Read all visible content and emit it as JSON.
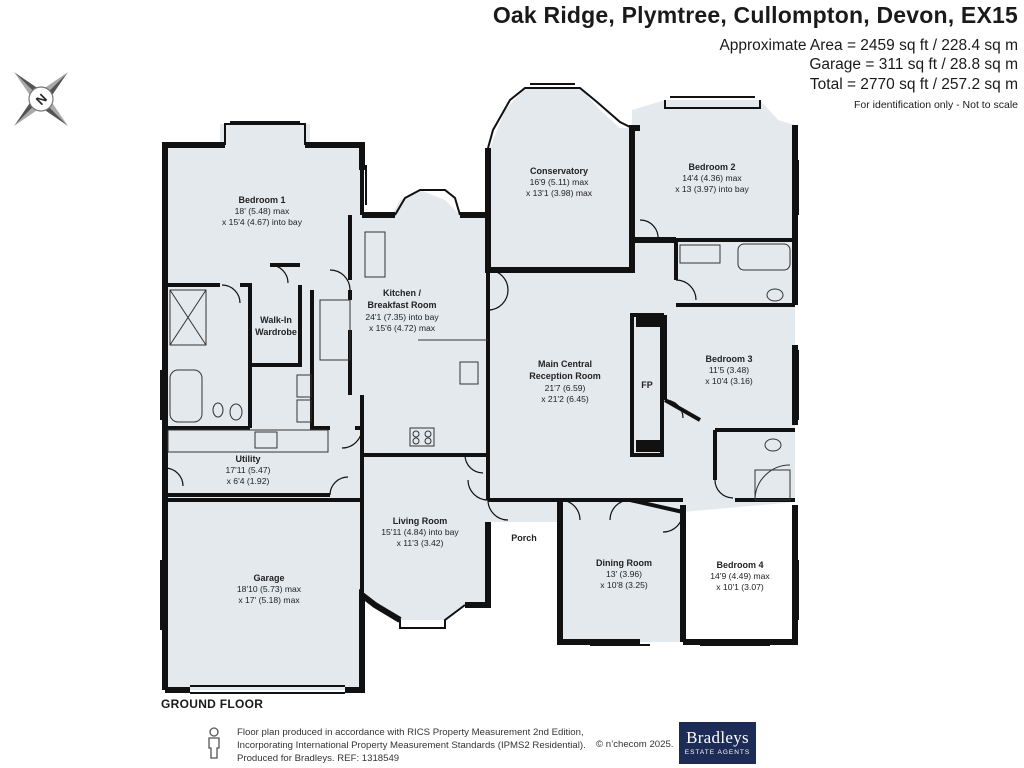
{
  "header": {
    "title": "Oak Ridge, Plymtree, Cullompton, Devon, EX15",
    "area_main": "Approximate Area = 2459 sq ft / 228.4 sq m",
    "area_garage": "Garage = 311 sq ft / 28.8  sq m",
    "area_total": "Total = 2770 sq ft / 257.2 sq m",
    "disclaimer": "For identification only - Not to scale"
  },
  "compass": {
    "label": "N"
  },
  "rooms": {
    "bedroom1": {
      "name": "Bedroom 1",
      "dim1": "18' (5.48) max",
      "dim2": "x 15'4 (4.67) into bay"
    },
    "walkin": {
      "name1": "Walk-In",
      "name2": "Wardrobe"
    },
    "kitchen": {
      "name1": "Kitchen /",
      "name2": "Breakfast Room",
      "dim1": "24'1 (7.35) into bay",
      "dim2": "x 15'6 (4.72) max"
    },
    "conservatory": {
      "name": "Conservatory",
      "dim1": "16'9 (5.11) max",
      "dim2": "x 13'1 (3.98) max"
    },
    "bedroom2": {
      "name": "Bedroom 2",
      "dim1": "14'4 (4.36) max",
      "dim2": "x 13 (3.97) into bay"
    },
    "reception": {
      "name1": "Main Central",
      "name2": "Reception Room",
      "dim1": "21'7 (6.59)",
      "dim2": "x 21'2 (6.45)"
    },
    "fireplace": {
      "label": "FP"
    },
    "bedroom3": {
      "name": "Bedroom 3",
      "dim1": "11'5 (3.48)",
      "dim2": "x 10'4 (3.16)"
    },
    "utility": {
      "name": "Utility",
      "dim1": "17'11 (5.47)",
      "dim2": "x 6'4 (1.92)"
    },
    "living": {
      "name": "Living Room",
      "dim1": "15'11 (4.84) into bay",
      "dim2": "x 11'3 (3.42)"
    },
    "porch": {
      "name": "Porch"
    },
    "dining": {
      "name": "Dining Room",
      "dim1": "13' (3.96)",
      "dim2": "x 10'8 (3.25)"
    },
    "bedroom4": {
      "name": "Bedroom 4",
      "dim1": "14'9 (4.49) max",
      "dim2": "x 10'1 (3.07)"
    },
    "garage": {
      "name": "Garage",
      "dim1": "18'10 (5.73) max",
      "dim2": "x 17' (5.18) max"
    }
  },
  "floor_label": "GROUND FLOOR",
  "footer": {
    "line1": "Floor plan produced in accordance with RICS Property Measurement 2nd Edition,",
    "line2": "Incorporating International Property Measurement Standards (IPMS2 Residential).",
    "line3": "Produced for Bradleys.   REF: 1318549",
    "copyright": "© n’checom 2025."
  },
  "brand": {
    "name": "Bradleys",
    "tagline": "ESTATE AGENTS"
  },
  "colors": {
    "floor": "#e4e9ee",
    "wall": "#111111",
    "brand": "#1c2c56"
  }
}
